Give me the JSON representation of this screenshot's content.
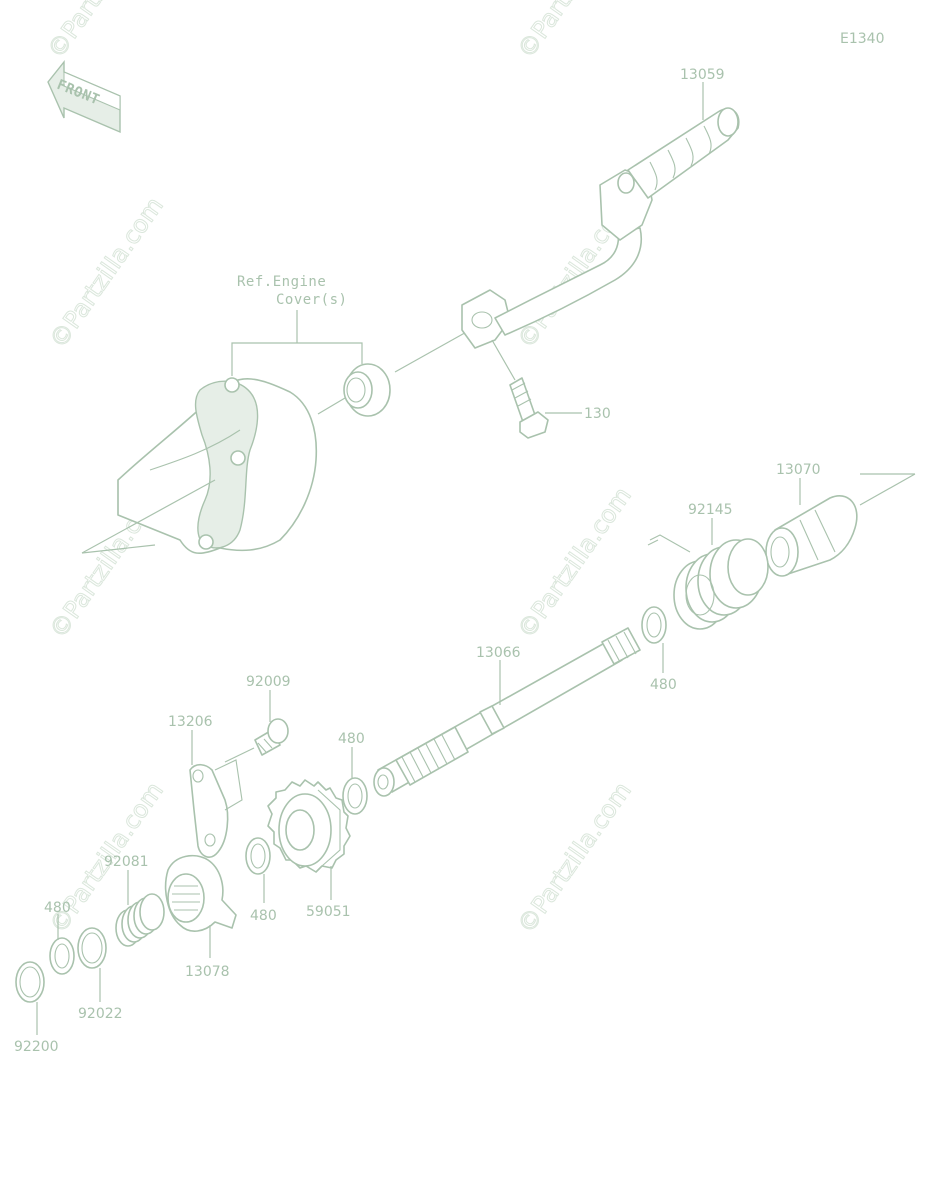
{
  "diagram": {
    "code": "E1340",
    "front_label": "FRONT",
    "ref_label_line1": "Ref.Engine",
    "ref_label_line2": "Cover(s)",
    "watermark": "©Partzilla.com",
    "colors": {
      "line": "#a9c2ad",
      "fill": "#e6eee7",
      "watermark": "#dbe7dc"
    },
    "parts": [
      {
        "number": "13059",
        "name": "kick-pedal"
      },
      {
        "number": "130",
        "name": "bolt"
      },
      {
        "number": "13070",
        "name": "guide"
      },
      {
        "number": "92145",
        "name": "spring"
      },
      {
        "number": "480",
        "name": "circlip-upper"
      },
      {
        "number": "13066",
        "name": "kick-shaft"
      },
      {
        "number": "92009",
        "name": "screw"
      },
      {
        "number": "13206",
        "name": "plate"
      },
      {
        "number": "480",
        "name": "circlip-mid"
      },
      {
        "number": "92081",
        "name": "spring-small"
      },
      {
        "number": "480",
        "name": "circlip-lower"
      },
      {
        "number": "480",
        "name": "circlip-left"
      },
      {
        "number": "59051",
        "name": "gear"
      },
      {
        "number": "13078",
        "name": "ratchet"
      },
      {
        "number": "92022",
        "name": "washer"
      },
      {
        "number": "92200",
        "name": "washer-end"
      }
    ]
  }
}
